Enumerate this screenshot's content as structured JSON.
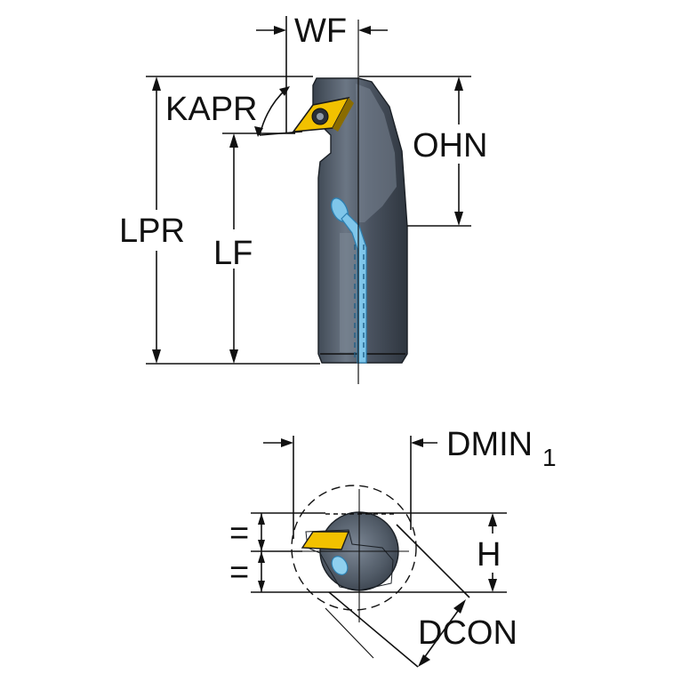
{
  "labels": {
    "wf": "WF",
    "kapr": "KAPR",
    "ohn": "OHN",
    "lpr": "LPR",
    "lf": "LF",
    "dmin": "DMIN",
    "dmin_sub": "1",
    "h": "H",
    "dcon": "DCON",
    "eq_top": "=",
    "eq_bottom": "="
  },
  "colors": {
    "body_dark": "#3f4854",
    "body_mid": "#5f6a77",
    "body_light": "#8a95a2",
    "insert": "#f2c100",
    "coolant": "#7fc6ea",
    "coolant_dark": "#2e7fb0"
  }
}
